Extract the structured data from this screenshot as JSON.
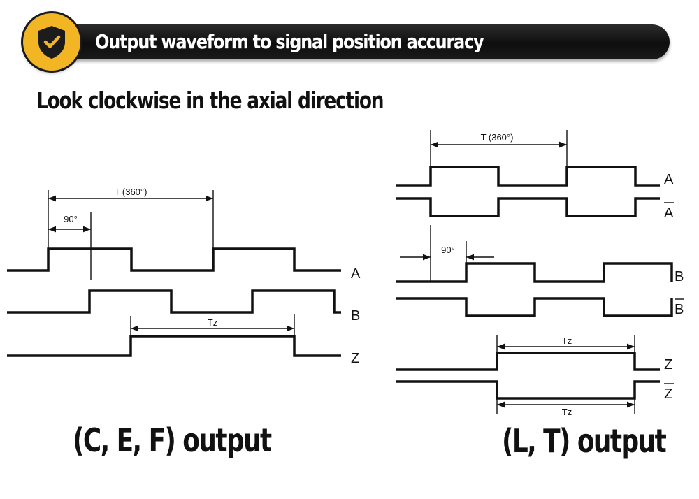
{
  "header": {
    "title": "Output waveform to signal position accuracy",
    "badge_icon": "shield-check-icon",
    "badge_color": "#f2b524"
  },
  "subtitle": "Look clockwise in the axial direction",
  "left_diagram": {
    "caption": "(C, E, F) output",
    "period_label": "T (360°)",
    "phase_label": "90°",
    "index_label": "Tz",
    "channels": [
      "A",
      "B",
      "Z"
    ]
  },
  "right_diagram": {
    "caption": "(L, T) output",
    "period_label": "T (360°)",
    "phase_label": "90°",
    "index_label_top": "Tz",
    "index_label_bottom": "Tz",
    "channels": [
      "A",
      "A",
      "B",
      "B",
      "Z",
      "Z"
    ]
  }
}
